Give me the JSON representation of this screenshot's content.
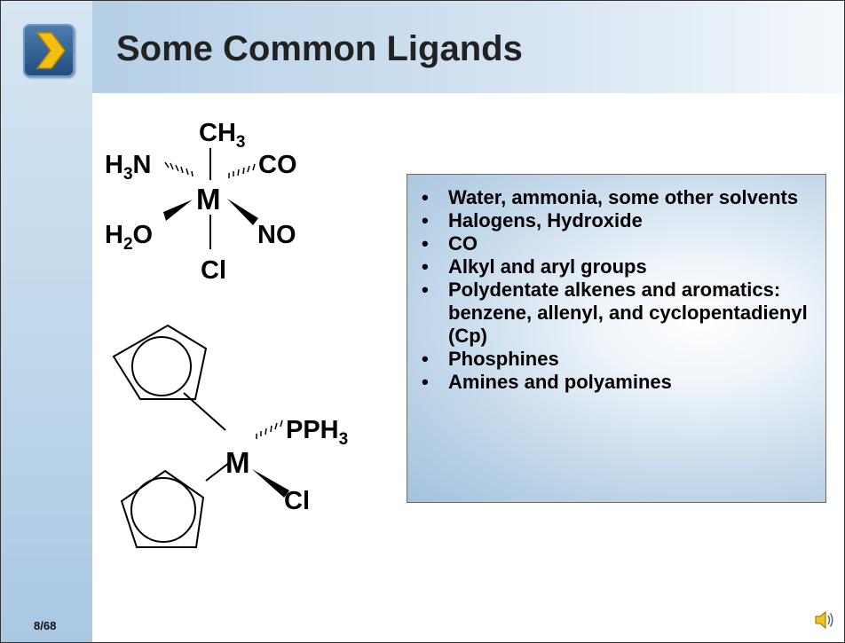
{
  "slide": {
    "title": "Some Common Ligands",
    "page_number": "8/68"
  },
  "structure1": {
    "metal": "M",
    "ligands": {
      "top": {
        "main": "CH",
        "sub": "3"
      },
      "upper_left": {
        "main": "H",
        "sub": "3",
        "tail": "N"
      },
      "upper_right": "CO",
      "lower_left": {
        "main": "H",
        "sub": "2",
        "tail": "O"
      },
      "lower_right": "NO",
      "bottom": "Cl"
    }
  },
  "structure2": {
    "metal": "M",
    "phosphine": {
      "main": "PPH",
      "sub": "3"
    },
    "chloride": "Cl"
  },
  "ligand_list": {
    "bullet": "•",
    "items": [
      "Water, ammonia, some other solvents",
      "Halogens, Hydroxide",
      "CO",
      "Alkyl and aryl groups",
      "Polydentate alkenes and aromatics:  benzene, allenyl, and cyclopentadienyl (Cp)",
      "Phosphines",
      "Amines and polyamines"
    ]
  },
  "icons": {
    "logo": "chevron-right-icon",
    "audio": "speaker-icon"
  },
  "colors": {
    "sidebar": "#bed6ea",
    "logo": "#1f4c7c",
    "box_border": "#6a6a6a"
  }
}
